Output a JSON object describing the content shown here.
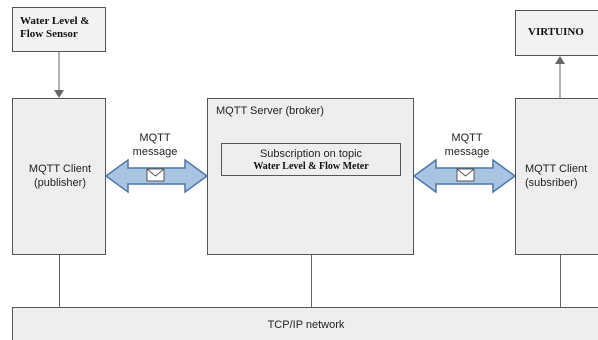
{
  "sensor_box": {
    "label": "Water Level & Flow Sensor"
  },
  "virtuino_box": {
    "label": "VIRTUINO"
  },
  "publisher": {
    "title": "MQTT Client",
    "subtitle": "(publisher)"
  },
  "broker": {
    "title": "MQTT Server (broker)",
    "subscription_line1": "Subscription on topic",
    "subscription_line2": "Water Level & Flow Meter"
  },
  "subscriber": {
    "title": "MQTT Client",
    "subtitle": "(subsriber)"
  },
  "left_message": {
    "line1": "MQTT",
    "line2": "message"
  },
  "right_message": {
    "line1": "MQTT",
    "line2": "message"
  },
  "network": {
    "label": "TCP/IP network"
  },
  "colors": {
    "arrow_fill": "#a9c4e0",
    "arrow_stroke": "#4a77a8",
    "box_fill": "#eeeeee",
    "line": "#666666"
  }
}
